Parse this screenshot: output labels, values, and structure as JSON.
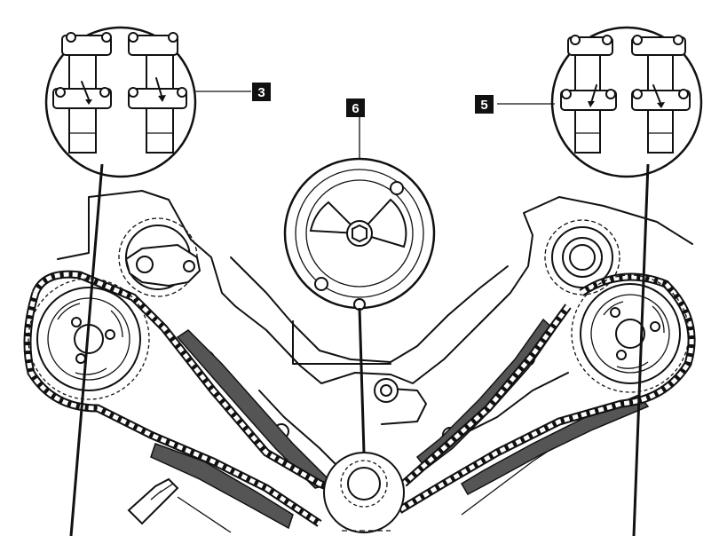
{
  "callouts": [
    {
      "id": "3",
      "label": "3"
    },
    {
      "id": "6",
      "label": "6"
    },
    {
      "id": "5",
      "label": "5"
    }
  ],
  "colors": {
    "ink": "#111111",
    "paper": "#ffffff",
    "guide_fill": "#555555"
  }
}
